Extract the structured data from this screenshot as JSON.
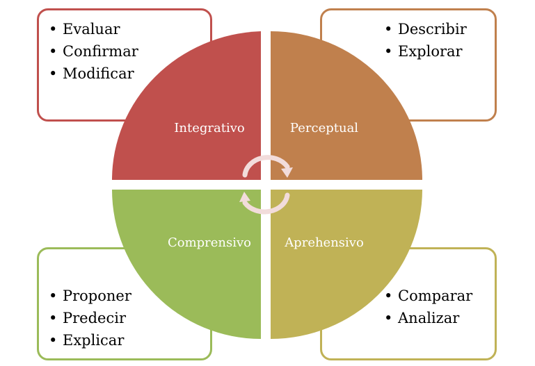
{
  "colors": {
    "integrativo": "#c0504d",
    "perceptual": "#c0804d",
    "comprensivo": "#9bbb59",
    "aprehensivo": "#c0b256",
    "arrows": "#f2dcdb"
  },
  "quadrants": {
    "integrativo": "Integrativo",
    "perceptual": "Perceptual",
    "comprensivo": "Comprensivo",
    "aprehensivo": "Aprehensivo"
  },
  "boxes": {
    "top_left": {
      "bullet": "•",
      "items": [
        "Evaluar",
        "Confirmar",
        "Modificar"
      ]
    },
    "top_right": {
      "bullet": "•",
      "items": [
        "Describir",
        "Explorar"
      ]
    },
    "bottom_left": {
      "bullet": "•",
      "items": [
        "Proponer",
        "Predecir",
        "Explicar"
      ]
    },
    "bottom_right": {
      "bullet": "•",
      "items": [
        "Comparar",
        "Analizar"
      ]
    }
  },
  "icons": [
    "cycle-arrows-icon"
  ]
}
